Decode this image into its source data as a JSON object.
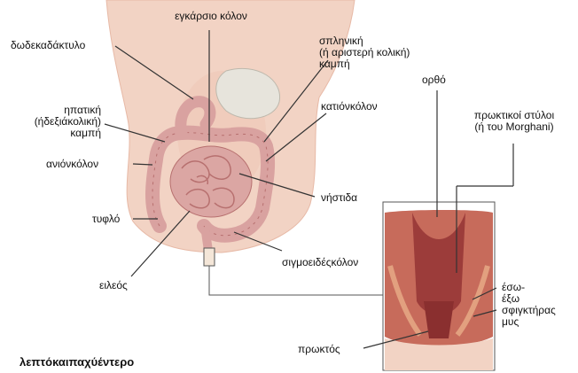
{
  "labels": {
    "transverse_colon": "εγκάρσιο κόλον",
    "duodenum": "δωδεκαδάκτυλο",
    "splenic_flexure": [
      "σπληνική",
      "(ή αριστερή κολική)",
      "καμπή"
    ],
    "hepatic_flexure": [
      "ηπατική",
      "(ήδεξιάκολική)",
      "καμπή"
    ],
    "descending_colon": "κατιόνκόλον",
    "ascending_colon": "ανιόνκόλον",
    "jejunum": "νήστιδα",
    "cecum": "τυφλό",
    "sigmoid_colon": "σιγμοειδέςκόλον",
    "ileum": "ειλεός",
    "rectum": "ορθό",
    "anal_columns": [
      "πρωκτικοί στύλοι",
      "(ή του Morghani)"
    ],
    "sphincter": [
      "έσω-",
      "έξω",
      "σφιγκτήρας",
      "μυς"
    ],
    "anus": "πρωκτός",
    "caption": "λεπτόκαιπαχύέντερο"
  },
  "colors": {
    "skin": "#f2d3c4",
    "skin_shadow": "#e7b9a6",
    "intestine": "#d9a2a0",
    "intestine_dark": "#b7706f",
    "stomach": "#e7e4dc",
    "rectum_tissue": "#9c3c3a",
    "rectum_light": "#c76b5b",
    "pointer": "#333333"
  }
}
